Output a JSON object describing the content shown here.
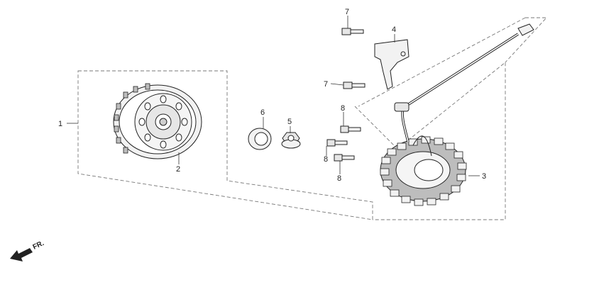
{
  "callouts": {
    "c1": "1",
    "c2": "2",
    "c3": "3",
    "c4": "4",
    "c5": "5",
    "c6": "6",
    "c7a": "7",
    "c7b": "7",
    "c8a": "8",
    "c8b": "8",
    "c8c": "8"
  },
  "direction": {
    "label": "FR.",
    "icon": "front-arrow-icon"
  },
  "colors": {
    "line": "#222222",
    "dashed_outline": "#777777",
    "part_fill": "#f2f2f2",
    "part_shade": "#bdbdbd"
  }
}
